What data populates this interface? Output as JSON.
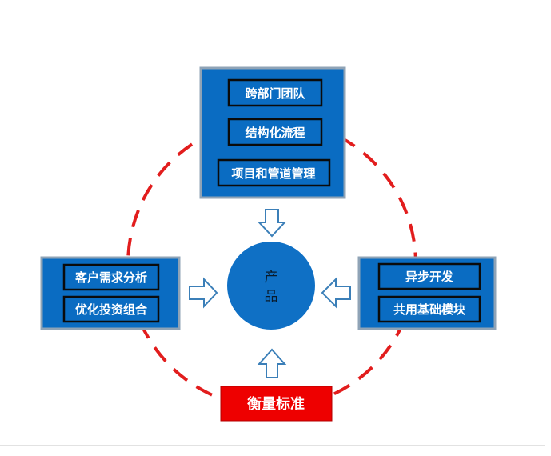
{
  "center": {
    "line1": "产",
    "line2": "品"
  },
  "top_group": {
    "items": [
      "跨部门团队",
      "结构化流程",
      "项目和管道管理"
    ]
  },
  "left_group": {
    "items": [
      "客户需求分析",
      "优化投资组合"
    ]
  },
  "right_group": {
    "items": [
      "异步开发",
      "共用基础模块"
    ]
  },
  "bottom": {
    "label": "衡量标准"
  },
  "colors": {
    "panel_blue": "#0a6cc2",
    "panel_border": "#8fa3b6",
    "center_blue": "#0f70c5",
    "dash_red": "#e21d1d",
    "metric_red": "#ee0000",
    "arrow_outline": "#3b7fb8"
  }
}
